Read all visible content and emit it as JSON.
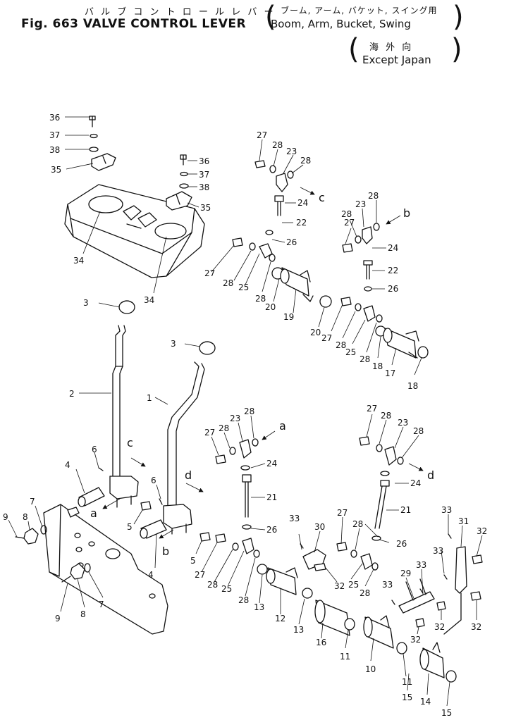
{
  "header": {
    "jp_title": "バ ル ブ コ ン ト ロ ー ル レ バ ー",
    "fig_title": "Fig. 663 VALVE CONTROL LEVER",
    "jp_sub": "ブーム, アーム, バケット, スイング用",
    "en_sub": "Boom, Arm, Bucket, Swing",
    "jp_region": "海 外 向",
    "en_region": "Except Japan"
  },
  "callouts": {
    "n1": "1",
    "n2": "2",
    "n3": "3",
    "n4": "4",
    "n5": "5",
    "n6": "6",
    "n7": "7",
    "n8": "8",
    "n9": "9",
    "n10": "10",
    "n11": "11",
    "n12": "12",
    "n13": "13",
    "n14": "14",
    "n15": "15",
    "n16": "16",
    "n17": "17",
    "n18": "18",
    "n19": "19",
    "n20": "20",
    "n21": "21",
    "n22": "22",
    "n23": "23",
    "n24": "24",
    "n25": "25",
    "n26": "26",
    "n27": "27",
    "n28": "28",
    "n29": "29",
    "n30": "30",
    "n31": "31",
    "n32": "32",
    "n33": "33",
    "n34": "34",
    "n35": "35",
    "n36": "36",
    "n37": "37",
    "n38": "38"
  },
  "arrows": {
    "a": "a",
    "b": "b",
    "c": "c",
    "d": "d"
  }
}
